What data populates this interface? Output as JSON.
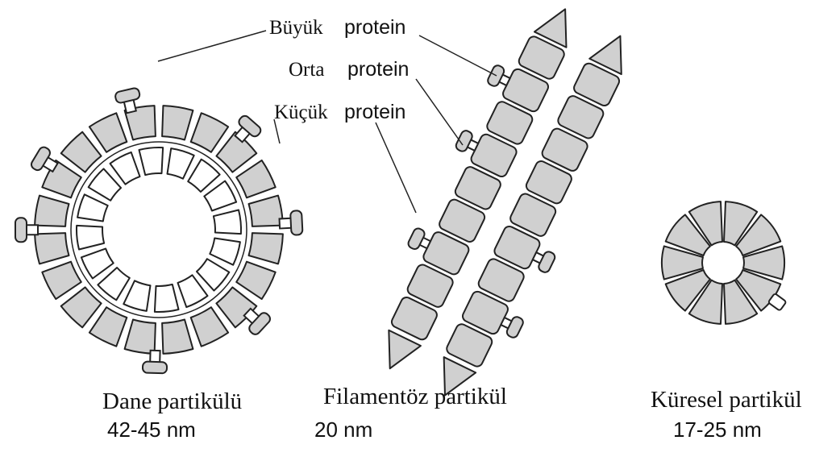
{
  "colors": {
    "subunit_fill": "#d0d0d0",
    "inner_fill": "#ffffff",
    "stroke": "#222222",
    "knob_fill": "#ffffff",
    "text": "#111111"
  },
  "protein_labels": {
    "large": {
      "word": "Büyük",
      "protein": "protein"
    },
    "medium": {
      "word": "Orta",
      "protein": "protein"
    },
    "small": {
      "word": "Küçük",
      "protein": "protein"
    }
  },
  "particles": [
    {
      "name": "Dane partikülü",
      "size": "42-45 nm"
    },
    {
      "name": "Filamentöz partikül",
      "size": "20 nm"
    },
    {
      "name": "Küresel partikül",
      "size": "17-25 nm"
    }
  ],
  "icons": [
    "grain-particle-icon",
    "filamentous-particle-icon",
    "spherical-particle-icon"
  ]
}
